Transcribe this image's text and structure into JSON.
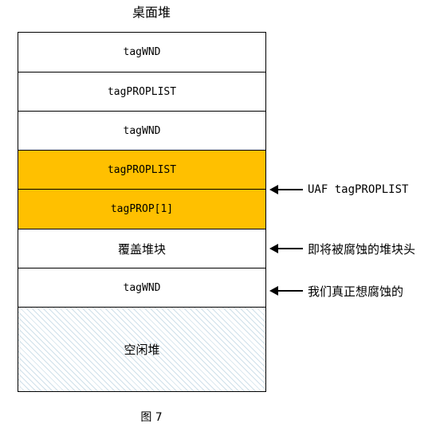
{
  "diagram": {
    "title": "桌面堆",
    "blocks": [
      {
        "label": "tagWND",
        "fill": "#ffffff"
      },
      {
        "label": "tagPROPLIST",
        "fill": "#ffffff"
      },
      {
        "label": "tagWND",
        "fill": "#ffffff"
      },
      {
        "label": "tagPROPLIST",
        "fill": "#ffc000"
      },
      {
        "label": "tagPROP[1]",
        "fill": "#ffc000"
      },
      {
        "label": "覆盖堆块",
        "fill": "#ffffff"
      },
      {
        "label": "tagWND",
        "fill": "#ffffff"
      },
      {
        "label": "空闲堆",
        "fill": "hatched"
      }
    ],
    "annotations": [
      {
        "text": "UAF tagPROPLIST"
      },
      {
        "text": "即将被腐蚀的堆块头"
      },
      {
        "text": "我们真正想腐蚀的"
      }
    ],
    "caption": "图 7"
  },
  "colors": {
    "highlight": "#ffc000",
    "border": "#000000",
    "hatch": "#cfe0ea"
  }
}
